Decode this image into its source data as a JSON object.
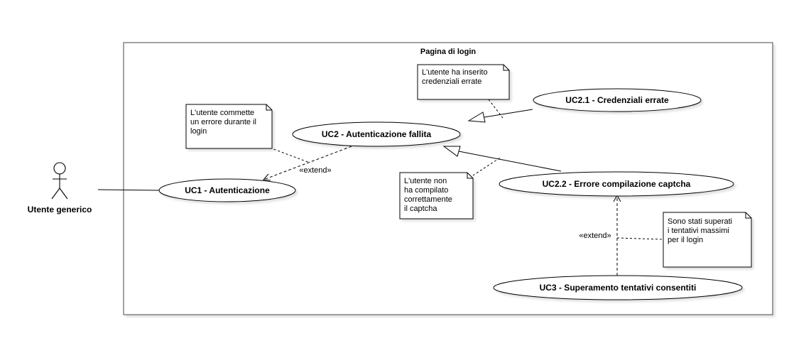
{
  "system": {
    "title": "Pagina di login"
  },
  "actor": {
    "name": "Utente generico"
  },
  "use_cases": {
    "uc1": "UC1 - Autenticazione",
    "uc2": "UC2 - Autenticazione fallita",
    "uc21": "UC2.1 - Credenziali errate",
    "uc22": "UC2.2 - Errore compilazione captcha",
    "uc3": "UC3 - Superamento tentativi consentiti"
  },
  "notes": {
    "note1": [
      "L'utente commette",
      "un errore durante il",
      "login"
    ],
    "note2": [
      "L'utente ha inserito",
      "credenziali errate"
    ],
    "note3": [
      "L'utente non",
      "ha compilato",
      "correttamente",
      "il captcha"
    ],
    "note4": [
      "Sono stati superati",
      "i tentativi massimi",
      "per il login"
    ]
  },
  "relations": {
    "extend1": "«extend»",
    "extend2": "«extend»"
  }
}
